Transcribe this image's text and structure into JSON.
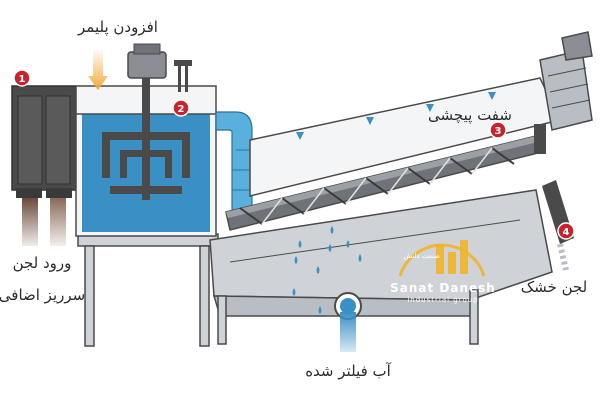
{
  "labels": {
    "polymer": "افزودن پلیمر",
    "screw_shaft": "شفت پیچشی",
    "sludge_inlet": "ورود لجن",
    "overflow": "سرریز اضافی",
    "dry_sludge": "لجن خشک",
    "filtered_water": "آب فیلتر شده"
  },
  "markers": [
    "1",
    "2",
    "3",
    "4"
  ],
  "watermark": {
    "brand": "Sanat Danesh",
    "tagline": "industrial group",
    "persian": "صنعت دانش"
  },
  "colors": {
    "water_blue": "#3a8fc4",
    "light_blue": "#5ab0dc",
    "frame_gray": "#cfd3d8",
    "dark_gray": "#4a4a4a",
    "marker_red": "#c8232c",
    "polymer_orange": "#f2a93b",
    "sludge_brown": "#6b4a3a",
    "logo_gold": "#f0b429"
  }
}
